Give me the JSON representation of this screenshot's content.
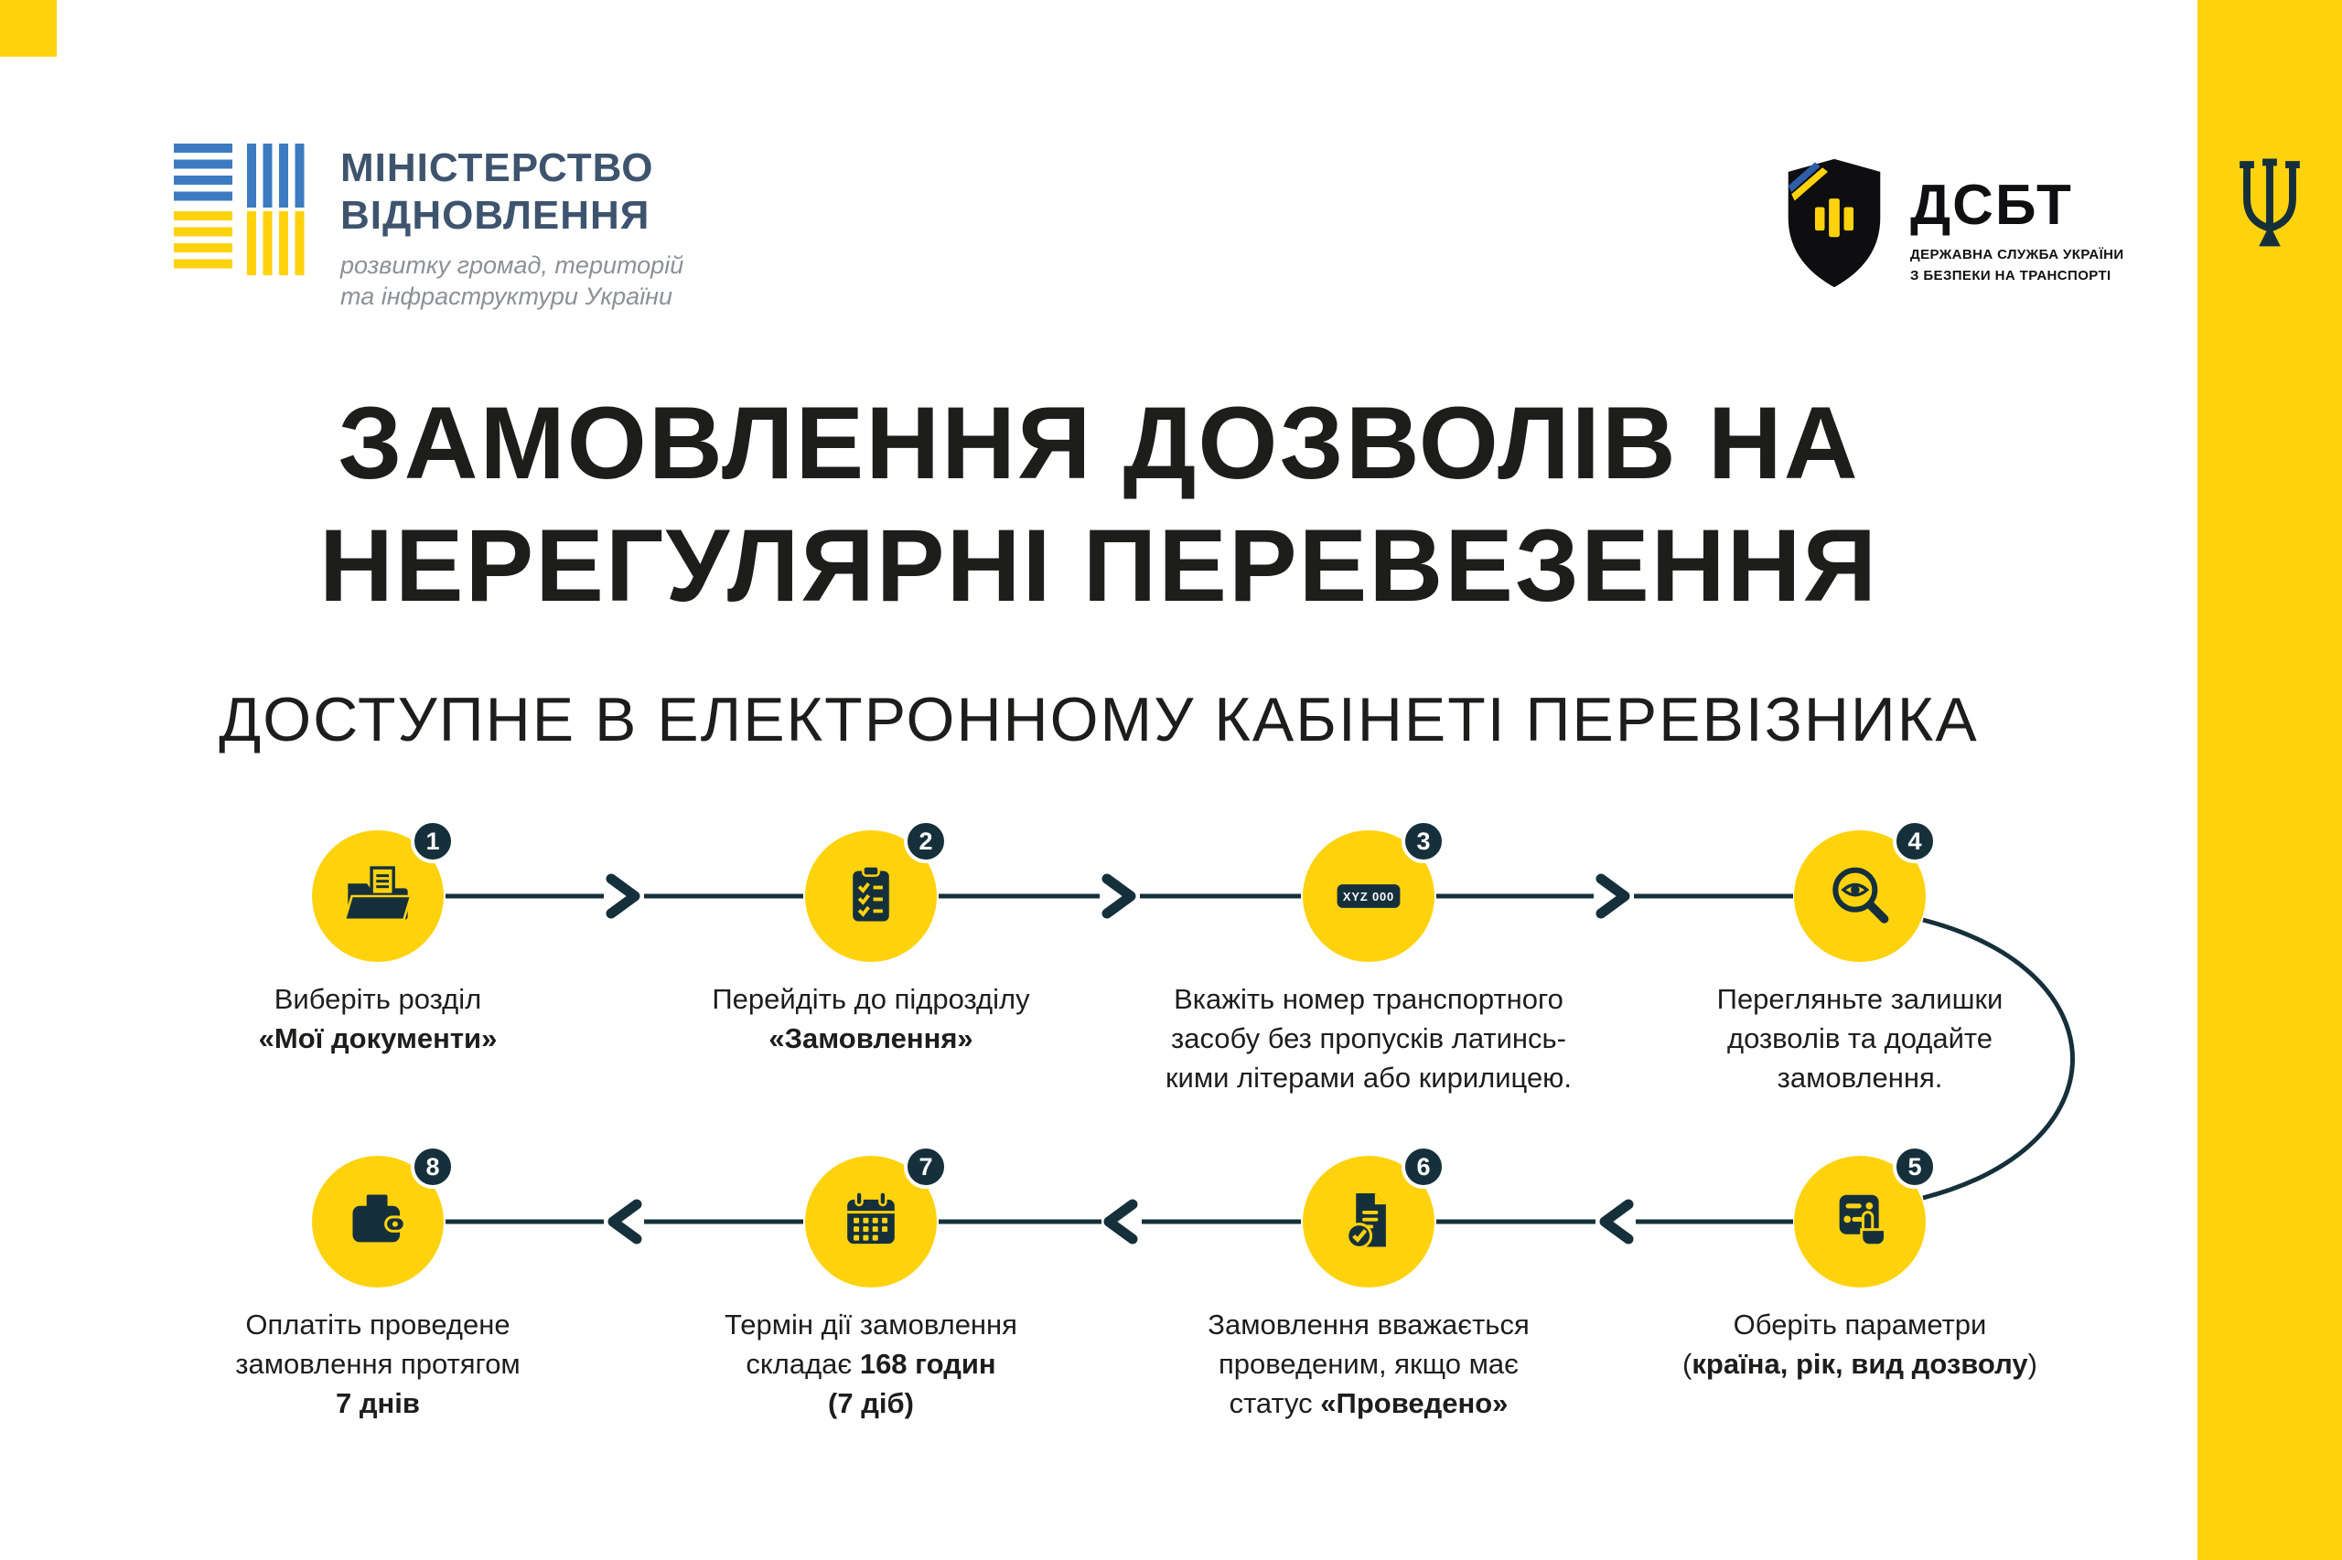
{
  "colors": {
    "yellow": "#FFD20E",
    "navy": "#16303B",
    "ink": "#1D1D1B",
    "flag_blue": "#3D7BC0",
    "ministry_text": "#3E546E"
  },
  "header": {
    "ministry": {
      "name_line1": "МІНІСТЕРСТВО",
      "name_line2": "ВІДНОВЛЕННЯ",
      "tagline_line1": "розвитку громад, територій",
      "tagline_line2": "та інфраструктури України"
    },
    "dsbt": {
      "abbr": "ДСБТ",
      "subtitle_line1": "ДЕРЖАВНА СЛУЖБА УКРАЇНИ",
      "subtitle_line2": "З БЕЗПЕКИ НА ТРАНСПОРТІ"
    }
  },
  "title": {
    "line1": "ЗАМОВЛЕННЯ ДОЗВОЛІВ НА",
    "line2": "НЕРЕГУЛЯРНІ ПЕРЕВЕЗЕННЯ",
    "subtitle": "ДОСТУПНЕ В ЕЛЕКТРОННОМУ КАБІНЕТІ ПЕРЕВІЗНИКА"
  },
  "steps": [
    {
      "number": "1",
      "icon": "folder-documents-icon",
      "lines": [
        [
          {
            "t": "Виберіть розділ",
            "b": false
          }
        ],
        [
          {
            "t": "«Мої документи»",
            "b": true
          }
        ]
      ]
    },
    {
      "number": "2",
      "icon": "clipboard-checklist-icon",
      "lines": [
        [
          {
            "t": "Перейдіть до підрозділу",
            "b": false
          }
        ],
        [
          {
            "t": "«Замовлення»",
            "b": true
          }
        ]
      ]
    },
    {
      "number": "3",
      "icon": "license-plate-icon",
      "plate_text": "XYZ 000",
      "lines": [
        [
          {
            "t": "Вкажіть номер транспортного",
            "b": false
          }
        ],
        [
          {
            "t": "засобу без пропусків латинсь-",
            "b": false
          }
        ],
        [
          {
            "t": "кими літерами або кирилицею.",
            "b": false
          }
        ]
      ]
    },
    {
      "number": "4",
      "icon": "magnifier-eye-icon",
      "lines": [
        [
          {
            "t": "Перегляньте залишки",
            "b": false
          }
        ],
        [
          {
            "t": "дозволів та додайте",
            "b": false
          }
        ],
        [
          {
            "t": "замовлення.",
            "b": false
          }
        ]
      ]
    },
    {
      "number": "5",
      "icon": "parameters-hand-icon",
      "lines": [
        [
          {
            "t": "Оберіть параметри",
            "b": false
          }
        ],
        [
          {
            "t": "(",
            "b": false
          },
          {
            "t": "країна, рік, вид дозволу",
            "b": true
          },
          {
            "t": ")",
            "b": false
          }
        ]
      ]
    },
    {
      "number": "6",
      "icon": "document-check-icon",
      "lines": [
        [
          {
            "t": "Замовлення вважається",
            "b": false
          }
        ],
        [
          {
            "t": "проведеним, якщо має",
            "b": false
          }
        ],
        [
          {
            "t": "статус ",
            "b": false
          },
          {
            "t": "«Проведено»",
            "b": true
          }
        ]
      ]
    },
    {
      "number": "7",
      "icon": "calendar-icon",
      "lines": [
        [
          {
            "t": "Термін дії замовлення",
            "b": false
          }
        ],
        [
          {
            "t": "складає ",
            "b": false
          },
          {
            "t": "168 годин",
            "b": true
          }
        ],
        [
          {
            "t": "(7 діб)",
            "b": true
          }
        ]
      ]
    },
    {
      "number": "8",
      "icon": "wallet-payment-icon",
      "lines": [
        [
          {
            "t": "Оплатіть проведене",
            "b": false
          }
        ],
        [
          {
            "t": "замовлення протягом",
            "b": false
          }
        ],
        [
          {
            "t": "7 днів",
            "b": true
          }
        ]
      ]
    }
  ]
}
